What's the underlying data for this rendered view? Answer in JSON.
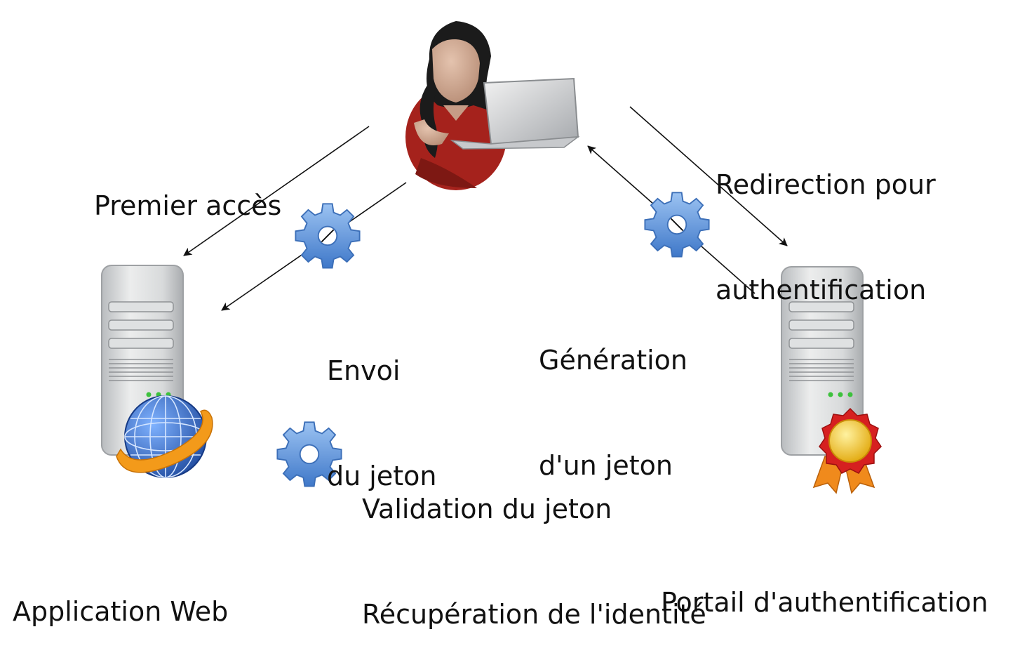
{
  "nodes": {
    "user": {
      "label": ""
    },
    "web_app": {
      "label": "Application Web"
    },
    "auth_portal": {
      "label": "Portail d'authentification"
    }
  },
  "edges": {
    "first_access": {
      "label": "Premier accès"
    },
    "redirect": {
      "line1": "Redirection pour",
      "line2": "authentification"
    },
    "token_generation": {
      "line1": "Génération",
      "line2": "d'un jeton"
    },
    "token_send": {
      "line1": "Envoi",
      "line2": "du jeton"
    }
  },
  "server_process": {
    "line1": "Validation du jeton",
    "line2": "Récupération de l'identité"
  },
  "icons": {
    "user": "user-laptop-icon",
    "web_server": "web-server-icon",
    "auth_server": "auth-server-icon",
    "gear": "gear-icon",
    "globe": "globe-icon",
    "award": "award-rosette-icon"
  },
  "colors": {
    "gear_blue": "#5a8fd8",
    "shirt_red": "#a5221c",
    "server_gray": "#cfd1d3",
    "globe_blue": "#2f5fb7",
    "ring_orange": "#f39a1a",
    "rosette_red": "#d62020",
    "medal_gold": "#f5c51e"
  }
}
